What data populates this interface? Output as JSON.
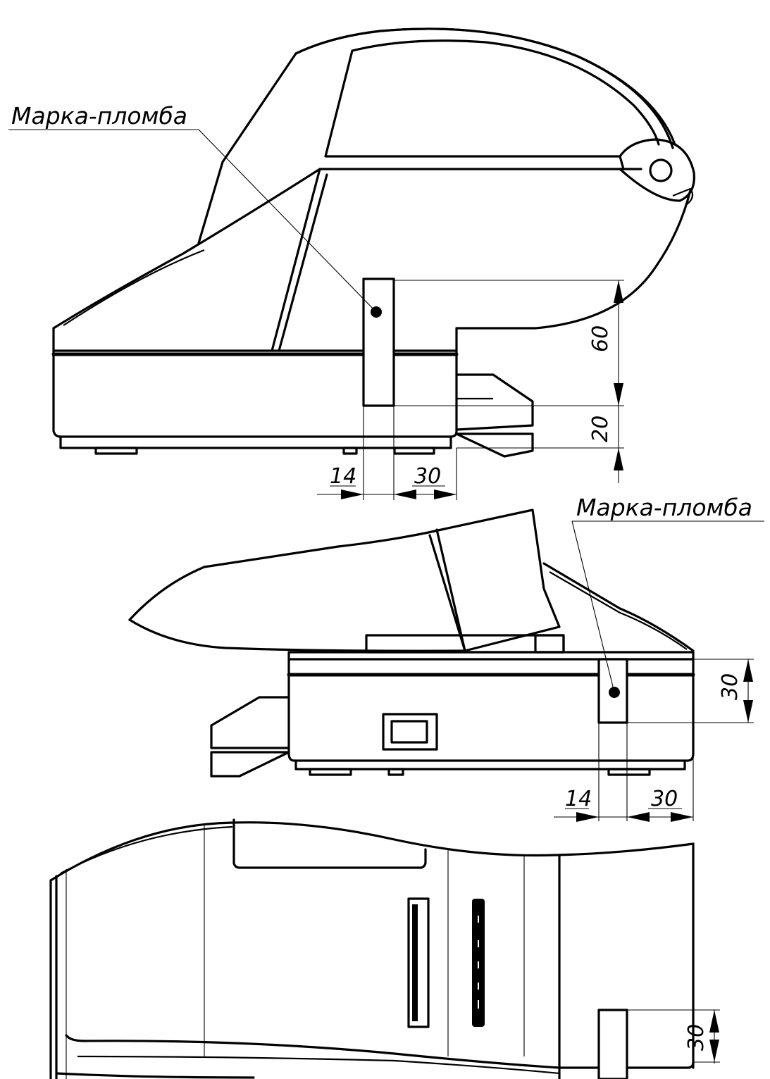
{
  "view_side": {
    "callout_label": "Марка-пломба",
    "dim_height_upper": "60",
    "dim_height_lower": "20",
    "dim_offset_left": "14",
    "dim_offset_right": "30"
  },
  "view_rear": {
    "callout_label": "Марка-пломба",
    "dim_height": "30",
    "dim_offset_left": "14",
    "dim_offset_right": "30"
  },
  "view_top": {
    "dim_height": "30"
  }
}
